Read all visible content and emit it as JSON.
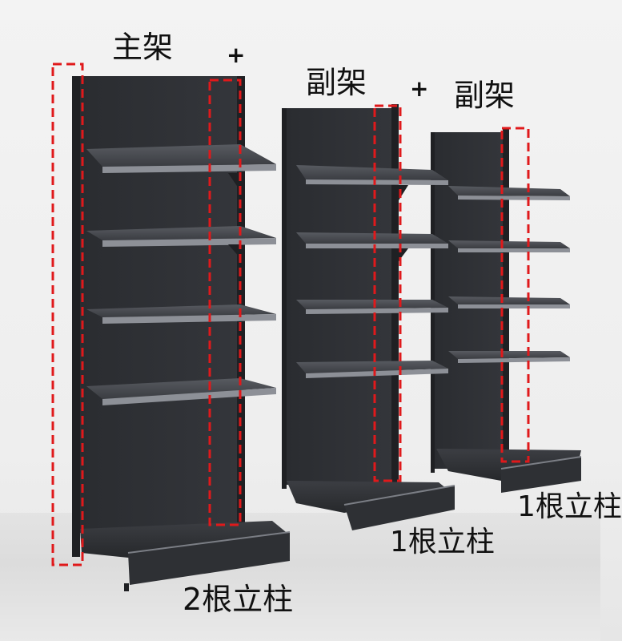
{
  "labels": {
    "main_frame": "主架",
    "plus_1": "+",
    "sub_frame_1": "副架",
    "plus_2": "+",
    "sub_frame_2": "副架",
    "posts_main": "2根立柱",
    "posts_sub_1": "1根立柱",
    "posts_sub_2": "1根立柱"
  },
  "colors": {
    "shelf_body": "#2b2d31",
    "shelf_light": "#4a4d53",
    "shelf_edge": "#8d9097",
    "highlight": "#e0191b",
    "text": "#111111"
  },
  "units": [
    {
      "name": "main-frame",
      "shelf_levels": 4,
      "upright_posts": 2
    },
    {
      "name": "sub-frame-1",
      "shelf_levels": 4,
      "upright_posts": 1
    },
    {
      "name": "sub-frame-2",
      "shelf_levels": 4,
      "upright_posts": 1
    }
  ]
}
